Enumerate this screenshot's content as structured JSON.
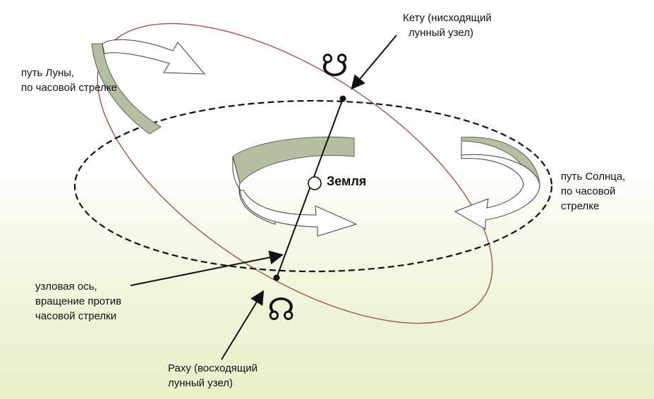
{
  "labels": {
    "moon_path": [
      "путь Луны,",
      "по часовой стрелке"
    ],
    "ketu": [
      "Кету (нисходящий",
      "лунный узел)"
    ],
    "sun_path": [
      "путь Солнца,",
      "по часовой",
      "стрелке"
    ],
    "earth": "Земля",
    "nodal_axis": [
      "узловая ось,",
      "вращение против",
      "часовой стрелки"
    ],
    "rahu": [
      "Раху (восходящий",
      "лунный узел)"
    ]
  },
  "symbols": {
    "ketu": "☋",
    "rahu": "☊"
  },
  "colors": {
    "moon_orbit": "#a0524a",
    "sun_orbit": "#111111",
    "arrow_fill": "#b4bea0",
    "arrow_stroke": "#5a5f52",
    "background_bottom": "#e7efc8"
  }
}
